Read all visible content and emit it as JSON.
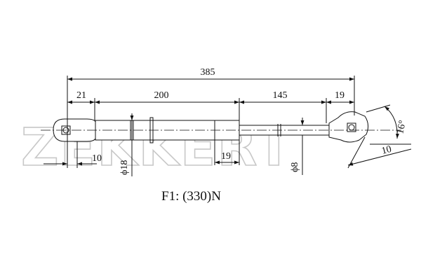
{
  "watermark": {
    "brand": "ZEKKERT"
  },
  "dimensions": {
    "total_length": "385",
    "end_fitting_left": "21",
    "cylinder_body": "200",
    "rod_extension": "145",
    "end_fitting_right": "19",
    "left_offset": "10",
    "seal_section": "19",
    "right_offset": "10",
    "cylinder_diameter": "ϕ18",
    "rod_diameter": "ϕ8",
    "angle": "16°"
  },
  "force_label": "F1: (330)N"
}
